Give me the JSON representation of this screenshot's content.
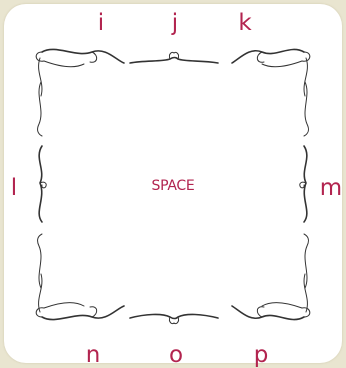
{
  "keys": {
    "i": "i",
    "j": "j",
    "k": "k",
    "l": "l",
    "m": "m",
    "n": "n",
    "o": "o",
    "p": "p"
  },
  "space_label": "SPACE",
  "colors": {
    "background": "#e9e5d0",
    "panel": "#ffffff",
    "key_text": "#b2244f",
    "flourish": "#333333"
  }
}
